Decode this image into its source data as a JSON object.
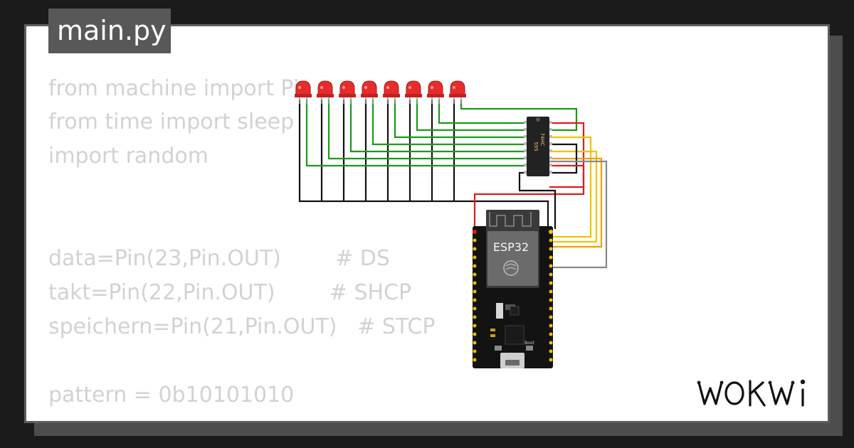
{
  "tab": {
    "filename": "main.py"
  },
  "code": {
    "lines": [
      "from machine import Pin",
      "from time import sleep",
      "import random",
      "data=Pin(23,Pin.OUT)        # DS",
      "takt=Pin(22,Pin.OUT)        # SHCP",
      "speichern=Pin(21,Pin.OUT)   # STCP",
      "pattern = 0b10101010"
    ]
  },
  "circuit": {
    "led_count": 8,
    "led_color": "#e52d2d",
    "chip_label_line1": "74HC",
    "chip_label_line2": "595",
    "board_label": "ESP32",
    "board_boot_label": "Boot",
    "wire_colors": {
      "green": "#1a9a1a",
      "red": "#e31b1b",
      "black": "#111111",
      "yellow": "#f2c200",
      "orange": "#f0a000",
      "gray": "#888888"
    }
  },
  "brand": {
    "logo_text": "WOKWi",
    "logo_icon": "wokwi-logo-icon"
  }
}
